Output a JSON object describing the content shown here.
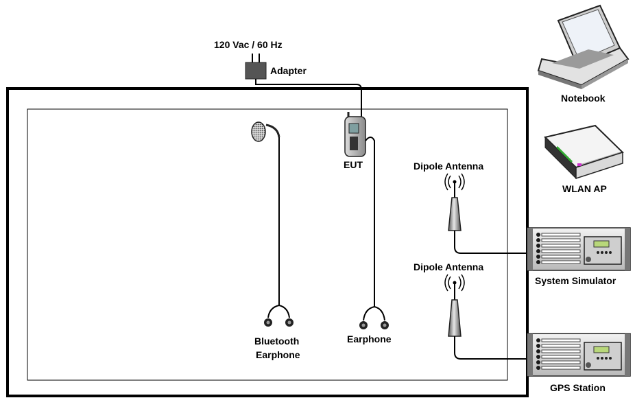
{
  "power": {
    "supply_label": "120 Vac / 60 Hz",
    "adapter_label": "Adapter"
  },
  "eut": {
    "label": "EUT"
  },
  "bluetooth_earphone": {
    "line1": "Bluetooth",
    "line2": "Earphone"
  },
  "earphone": {
    "label": "Earphone"
  },
  "antennas": [
    {
      "label": "Dipole Antenna"
    },
    {
      "label": "Dipole Antenna"
    }
  ],
  "equipment": {
    "notebook": "Notebook",
    "wlan_ap": "WLAN AP",
    "system_simulator": "System Simulator",
    "gps_station": "GPS Station"
  },
  "icons": [
    "plug-icon",
    "adapter-icon",
    "phone-icon",
    "bluetooth-earpiece-icon",
    "earphone-plug-icon",
    "antenna-icon",
    "laptop-icon",
    "wlan-router-icon",
    "rack-instrument-icon"
  ]
}
